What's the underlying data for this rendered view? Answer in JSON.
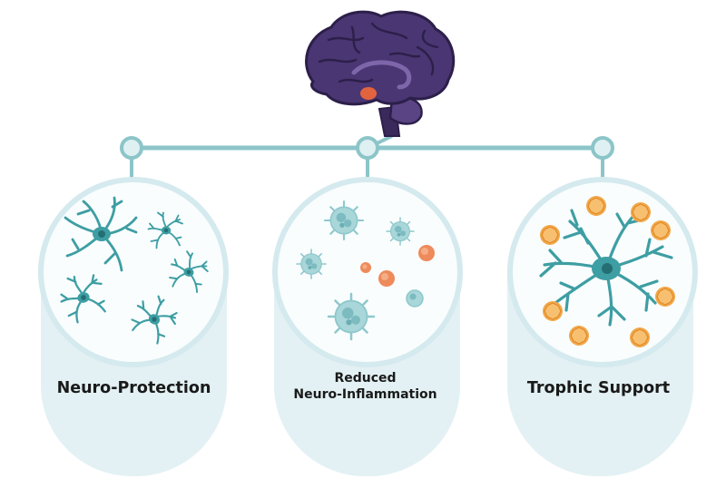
{
  "panels": [
    {
      "label": "Neuro-Protection"
    },
    {
      "label_line1": "Reduced",
      "label_line2": "Neuro-Inflammation"
    },
    {
      "label": "Trophic Support"
    }
  ],
  "colors": {
    "brain_purple": "#4a3672",
    "brain_outline": "#2c1f4a",
    "brain_highlight": "#e2643e",
    "connector": "#8cc5c9",
    "capsule_fill": "#e3f1f4",
    "circle_fill": "#f9fdfd",
    "neuron_teal": "#3d9ea3",
    "microglia_teal": "#8ec8cc",
    "particle_orange": "#ee8a5b",
    "factor_orange": "#f1a84a"
  },
  "icons": [
    "brain-icon",
    "neuron-icon",
    "microglia-icon",
    "cytokine-icon",
    "growth-factor-icon"
  ]
}
